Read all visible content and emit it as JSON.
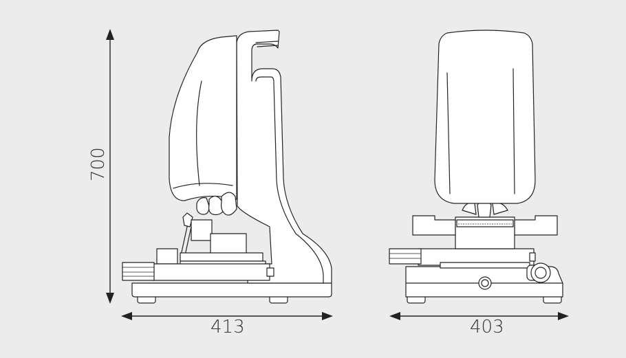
{
  "dimensions": {
    "height": "700",
    "width_side_view": "413",
    "width_front_view": "403"
  }
}
